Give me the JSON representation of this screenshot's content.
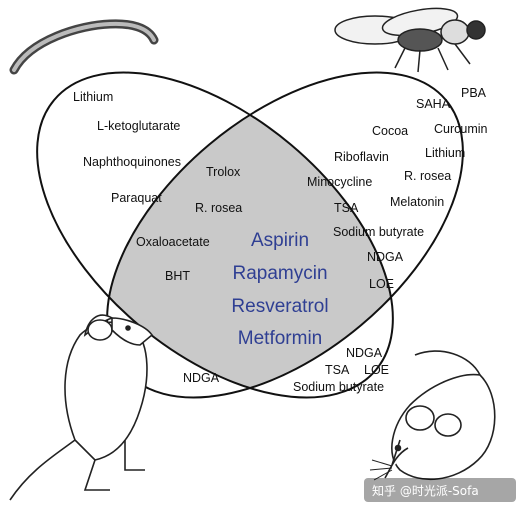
{
  "worm_only": [
    "Lithium",
    "L-ketoglutarate",
    "Naphthoquinones",
    "Trolox",
    "Paraquat",
    "R. rosea",
    "Oxaloacetate",
    "BHT"
  ],
  "fly_only": [
    "PBA",
    "SAHA",
    "Cocoa",
    "Curcumin",
    "Riboflavin",
    "Lithium",
    "Minocycline",
    "R. rosea",
    "TSA",
    "Melatonin",
    "Sodium butyrate",
    "NDGA",
    "LOE"
  ],
  "all_core": [
    "Aspirin",
    "Rapamycin",
    "Resveratrol",
    "Metformin"
  ],
  "mouse_fly": [
    "NDGA",
    "TSA",
    "LOE",
    "Sodium butyrate"
  ],
  "rat_worm": [
    "NDGA"
  ],
  "watermark": "知乎 @时光派-Sofa",
  "colors": {
    "overlap_fill": "#c9c9c9",
    "core_text": "#2f3f93",
    "outline": "#111111"
  },
  "icons": [
    "worm-icon",
    "fly-icon",
    "rat-icon",
    "mouse-icon"
  ]
}
